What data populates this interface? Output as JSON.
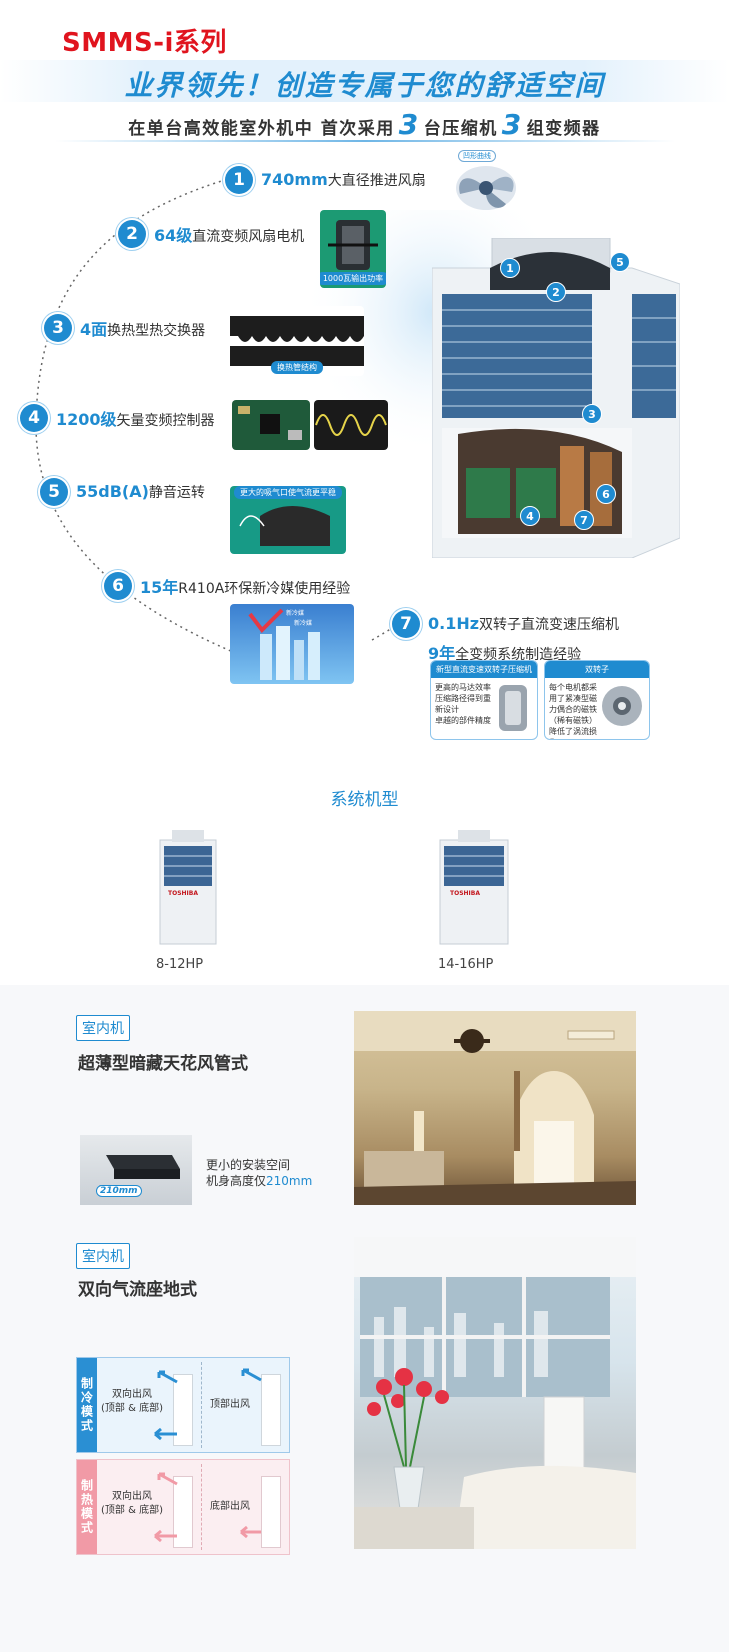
{
  "header": {
    "series": "SMMS-i系列",
    "headline": "业界领先！创造专属于您的舒适空间",
    "sub_a": "在单台高效能室外机中 首次采用",
    "sub_n1": "3",
    "sub_b": "台压缩机",
    "sub_n2": "3",
    "sub_c": "组变频器"
  },
  "features": [
    {
      "num": "1",
      "bold": "740mm",
      "text": "大直径推进风扇",
      "caption": "凹形曲线"
    },
    {
      "num": "2",
      "bold": "64级",
      "text": "直流变频风扇电机",
      "caption": "1000瓦输出功率"
    },
    {
      "num": "3",
      "bold": "4面",
      "text": "换热型热交换器",
      "caption": "换热管结构"
    },
    {
      "num": "4",
      "bold": "1200级",
      "text": "矢量变频控制器"
    },
    {
      "num": "5",
      "bold": "55dB(A)",
      "text": "静音运转",
      "caption": "更大的吸气口使气流更平稳"
    },
    {
      "num": "6",
      "bold": "15年",
      "text": "R410A环保新冷媒使用经验",
      "caption_a": "新冷媒",
      "caption_b": "新冷媒"
    },
    {
      "num": "7",
      "bold": "0.1Hz",
      "text": "双转子直流变速压缩机",
      "bold2": "9年",
      "text2": "全变频系统制造经验"
    }
  ],
  "unit_numbers": [
    "1",
    "2",
    "3",
    "4",
    "5",
    "6",
    "7"
  ],
  "compressor_panels": [
    {
      "title": "新型直流变速双转子压缩机",
      "lines": [
        "更高的马达效率",
        "压缩路径得到重新设计",
        "卓越的部件精度"
      ]
    },
    {
      "title": "双转子",
      "lines": [
        "每个电机都采用了紧凑型磁力偶合的磁铁（稀有磁铁）降低了涡流损失。"
      ]
    }
  ],
  "system": {
    "title": "系统机型",
    "models": [
      {
        "label": "8-12HP",
        "brand": "TOSHIBA"
      },
      {
        "label": "14-16HP",
        "brand": "TOSHIBA"
      }
    ]
  },
  "indoor": [
    {
      "tag": "室内机",
      "title": "超薄型暗藏天花风管式",
      "desc1": "更小的安装空间",
      "desc2_a": "机身高度仅",
      "desc2_b": "210mm",
      "dim": "210mm"
    },
    {
      "tag": "室内机",
      "title": "双向气流座地式"
    }
  ],
  "modes": [
    {
      "name": "制冷模式",
      "left1": "双向出风",
      "left2": "(顶部 & 底部)",
      "right": "顶部出风",
      "color": "#2a8fd3"
    },
    {
      "name": "制热模式",
      "left1": "双向出风",
      "left2": "(顶部 & 底部)",
      "right": "底部出风",
      "color": "#f19aa6"
    }
  ],
  "colors": {
    "accent": "#1f8bd0",
    "title_red": "#e0141e"
  }
}
